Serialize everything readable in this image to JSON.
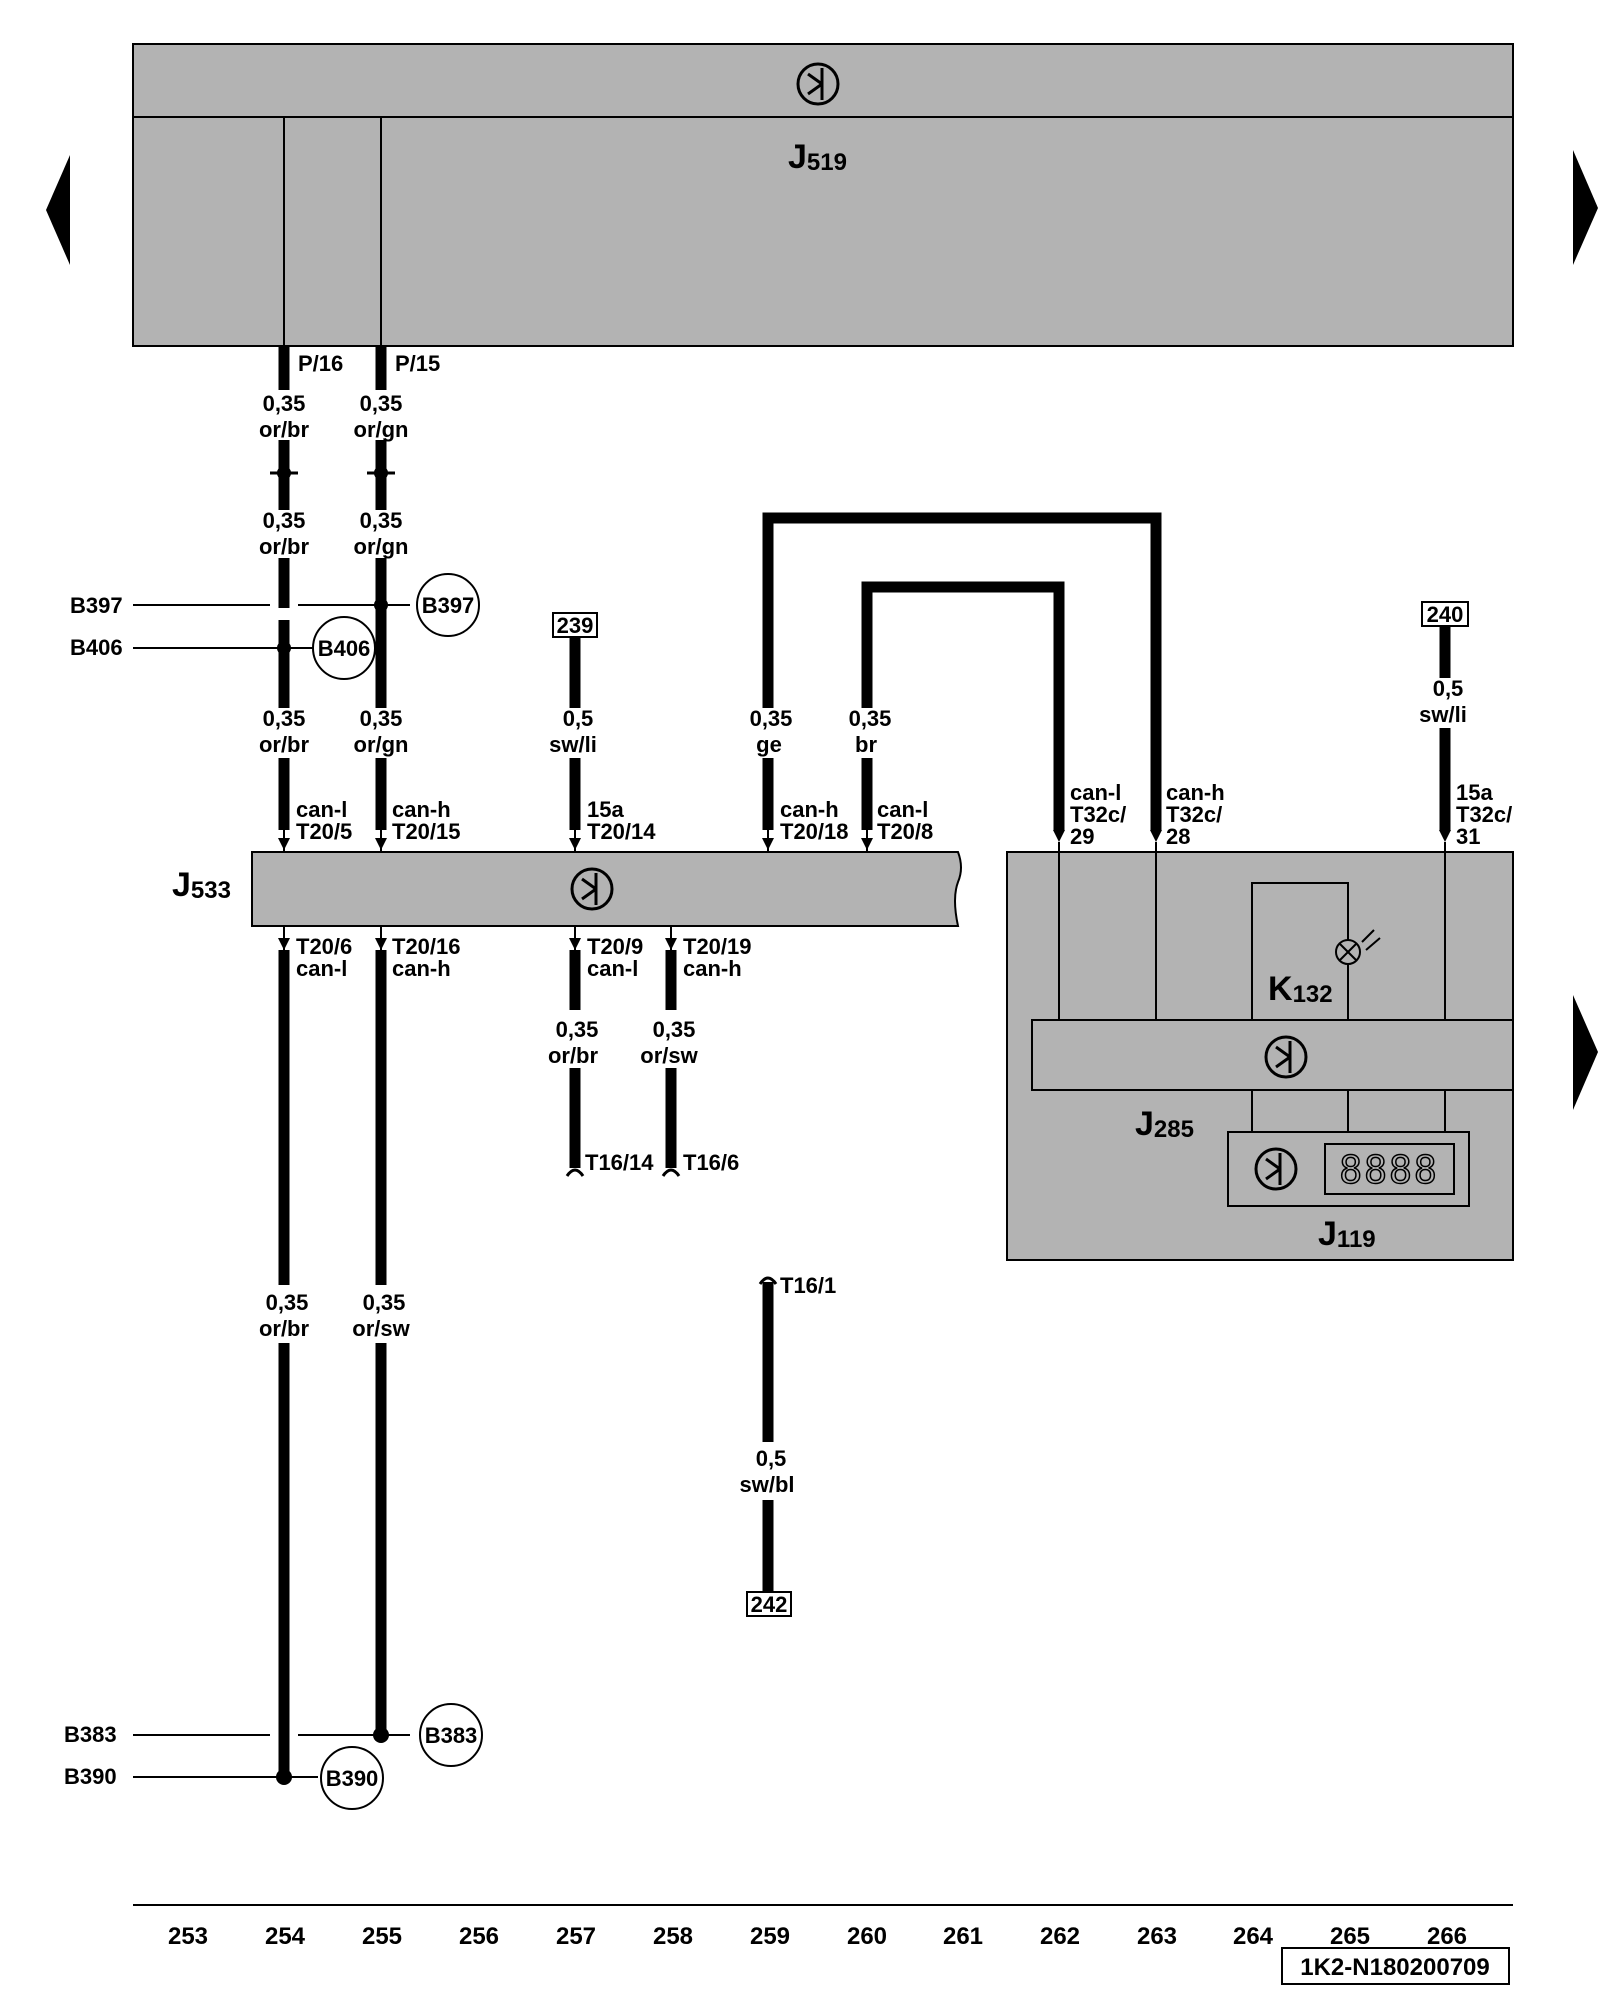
{
  "components": {
    "j519": {
      "letter": "J",
      "sub": "519"
    },
    "j533": {
      "letter": "J",
      "sub": "533"
    },
    "k132": {
      "letter": "K",
      "sub": "132"
    },
    "j285": {
      "letter": "J",
      "sub": "285"
    },
    "j119": {
      "letter": "J",
      "sub": "119"
    }
  },
  "pins": {
    "p16": "P/16",
    "p15": "P/15",
    "j533_top_254_a": "can-l",
    "j533_top_254_b": "T20/5",
    "j533_top_255_a": "can-h",
    "j533_top_255_b": "T20/15",
    "j533_top_257_a": "15a",
    "j533_top_257_b": "T20/14",
    "j533_top_259_a": "can-h",
    "j533_top_259_b": "T20/18",
    "j533_top_260_a": "can-l",
    "j533_top_260_b": "T20/8",
    "j285_262_a": "can-l",
    "j285_262_b": "T32c/",
    "j285_262_c": "29",
    "j285_263_a": "can-h",
    "j285_263_b": "T32c/",
    "j285_263_c": "28",
    "j285_266_a": "15a",
    "j285_266_b": "T32c/",
    "j285_266_c": "31",
    "j533_bot_254_a": "T20/6",
    "j533_bot_254_b": "can-l",
    "j533_bot_255_a": "T20/16",
    "j533_bot_255_b": "can-h",
    "j533_bot_257_a": "T20/9",
    "j533_bot_257_b": "can-l",
    "j533_bot_258_a": "T20/19",
    "j533_bot_258_b": "can-h",
    "t16_14": "T16/14",
    "t16_6": "T16/6",
    "t16_1": "T16/1"
  },
  "wires": {
    "w254_a": {
      "size": "0,35",
      "color": "or/br"
    },
    "w255_a": {
      "size": "0,35",
      "color": "or/gn"
    },
    "w254_b": {
      "size": "0,35",
      "color": "or/br"
    },
    "w255_b": {
      "size": "0,35",
      "color": "or/gn"
    },
    "w254_c": {
      "size": "0,35",
      "color": "or/br"
    },
    "w255_c": {
      "size": "0,35",
      "color": "or/gn"
    },
    "w257": {
      "size": "0,5",
      "color": "sw/li"
    },
    "w259": {
      "size": "0,35",
      "color": "ge"
    },
    "w260": {
      "size": "0,35",
      "color": "br"
    },
    "w266": {
      "size": "0,5",
      "color": "sw/li"
    },
    "w257_low": {
      "size": "0,35",
      "color": "or/br"
    },
    "w258_low": {
      "size": "0,35",
      "color": "or/sw"
    },
    "w254_low": {
      "size": "0,35",
      "color": "or/br"
    },
    "w255_low": {
      "size": "0,35",
      "color": "or/sw"
    },
    "w259_low": {
      "size": "0,5",
      "color": "sw/bl"
    }
  },
  "refs": {
    "r239": "239",
    "r240": "240",
    "r242": "242"
  },
  "splices": {
    "b397": "B397",
    "b406": "B406",
    "b383": "B383",
    "b390": "B390"
  },
  "display_digits": "8888",
  "columns": [
    "253",
    "254",
    "255",
    "256",
    "257",
    "258",
    "259",
    "260",
    "261",
    "262",
    "263",
    "264",
    "265",
    "266"
  ],
  "diagram_code": "1K2-N180200709",
  "colors": {
    "module_fill": "#b3b3b3",
    "line": "#000000"
  }
}
